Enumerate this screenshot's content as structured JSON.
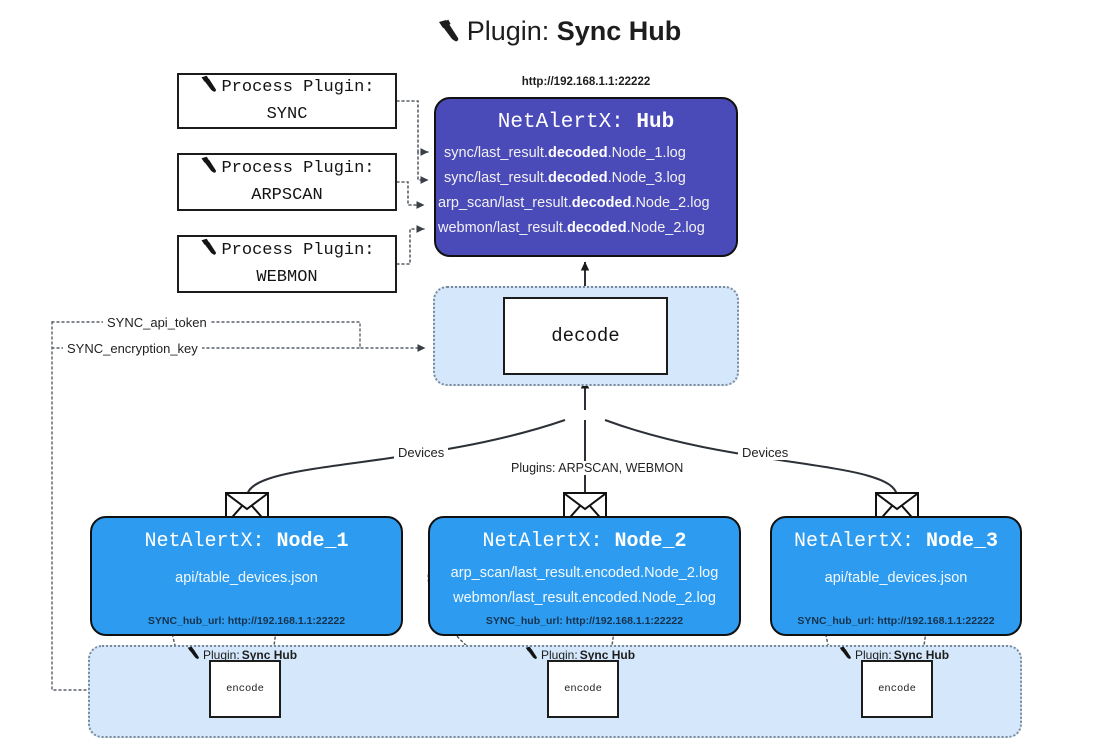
{
  "title": {
    "prefix": "Plugin:",
    "name": "Sync Hub",
    "icon": "plug-icon"
  },
  "process_plugins": [
    {
      "heading": "Process Plugin:",
      "name": "SYNC",
      "icon": "plug-icon"
    },
    {
      "heading": "Process Plugin:",
      "name": "ARPSCAN",
      "icon": "plug-icon"
    },
    {
      "heading": "Process Plugin:",
      "name": "WEBMON",
      "icon": "plug-icon"
    }
  ],
  "hub": {
    "url": "http://192.168.1.1:22222",
    "title_prefix": "NetAlertX:",
    "title_name": "Hub",
    "rows": [
      {
        "pre": "sync/last_result.",
        "em": "decoded",
        "post": ".Node_1.log"
      },
      {
        "pre": "sync/last_result.",
        "em": "decoded",
        "post": ".Node_3.log"
      },
      {
        "pre": "arp_scan/last_result.",
        "em": "decoded",
        "post": ".Node_2.log"
      },
      {
        "pre": "webmon/last_result.",
        "em": "decoded",
        "post": ".Node_2.log"
      }
    ]
  },
  "decode": {
    "label": "decode"
  },
  "secrets": [
    {
      "label": "SYNC_api_token"
    },
    {
      "label": "SYNC_encryption_key"
    }
  ],
  "edge_labels": {
    "devices_left": "Devices",
    "devices_right": "Devices",
    "plugins_center": "Plugins: ARPSCAN, WEBMON"
  },
  "nodes": [
    {
      "title_prefix": "NetAlertX:",
      "title_name": "Node_1",
      "lines": [
        "api/table_devices.json"
      ],
      "footer": "SYNC_hub_url: http://192.168.1.1:22222",
      "envelope_icon": "envelope-icon"
    },
    {
      "title_prefix": "NetAlertX:",
      "title_name": "Node_2",
      "lines": [
        "arp_scan/last_result.encoded.Node_2.log",
        "webmon/last_result.encoded.Node_2.log"
      ],
      "footer": "SYNC_hub_url: http://192.168.1.1:22222",
      "envelope_icon": "envelope-icon"
    },
    {
      "title_prefix": "NetAlertX:",
      "title_name": "Node_3",
      "lines": [
        "api/table_devices.json"
      ],
      "footer": "SYNC_hub_url: http://192.168.1.1:22222",
      "envelope_icon": "envelope-icon"
    }
  ],
  "encoders": [
    {
      "plugin_prefix": "Plugin:",
      "plugin_name": "Sync Hub",
      "label": "encode",
      "icon": "plug-icon"
    },
    {
      "plugin_prefix": "Plugin:",
      "plugin_name": "Sync Hub",
      "label": "encode",
      "icon": "plug-icon"
    },
    {
      "plugin_prefix": "Plugin:",
      "plugin_name": "Sync Hub",
      "label": "encode",
      "icon": "plug-icon"
    }
  ],
  "colors": {
    "hub_fill": "#4a4ab9",
    "node_fill": "#2d9cf0",
    "group_fill": "#d5e8fb",
    "group_border": "#7b8a99",
    "stroke": "#333333",
    "page_bg": "#ffffff"
  }
}
